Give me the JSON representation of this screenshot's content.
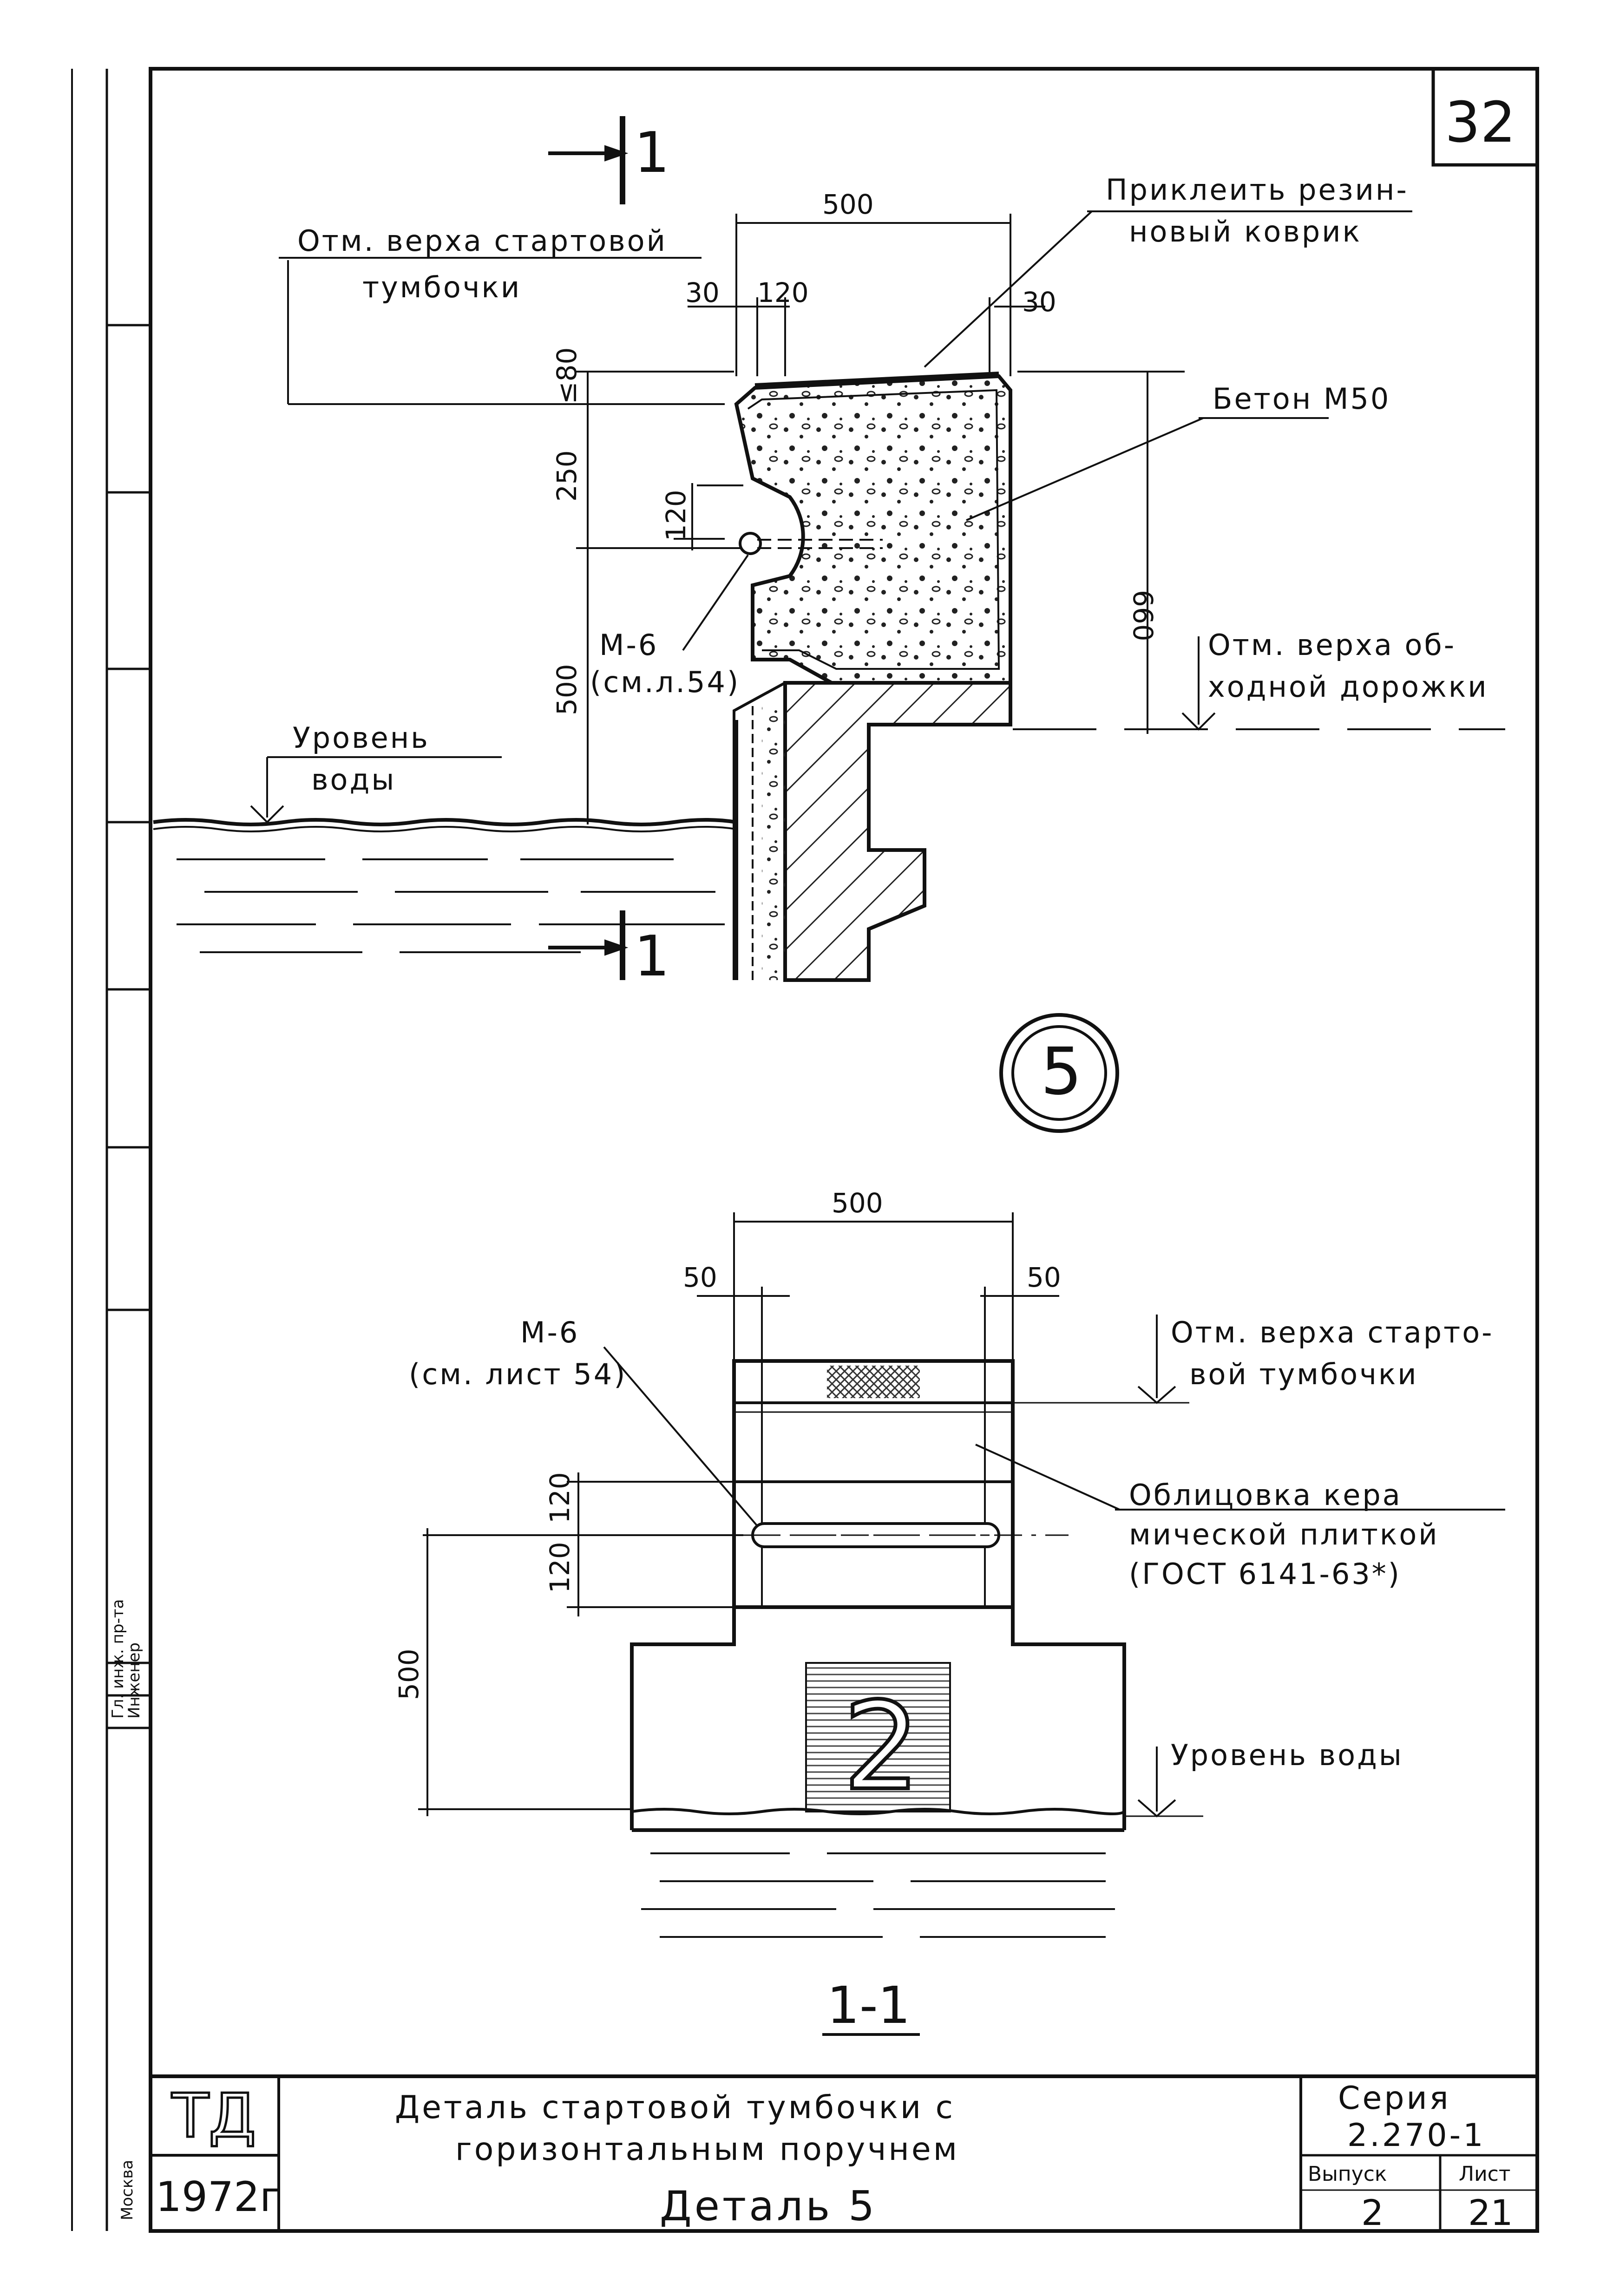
{
  "sheet": {
    "number": "32",
    "detail_marker": "5",
    "section_title": "1-1"
  },
  "upper_view": {
    "section_mark_top": "1",
    "section_mark_bottom": "1",
    "label_top_mark_1": "Отм. верха стартовой",
    "label_top_mark_2": "тумбочки",
    "label_rubber_1": "Приклеить резин-",
    "label_rubber_2": "новый коврик",
    "label_concrete": "Бетон М50",
    "label_bolt_1": "М-6",
    "label_bolt_2": "(см.л.54)",
    "label_path_1": "Отм. верха об-",
    "label_path_2": "ходной дорожки",
    "label_water_1": "Уровень",
    "label_water_2": "воды",
    "dim_width": "500",
    "dim_left_30": "30",
    "dim_120": "120",
    "dim_right_30": "30",
    "dim_le80": "≤80",
    "dim_250": "250",
    "dim_hole_120": "120",
    "dim_500_vert": "500",
    "dim_660": "660"
  },
  "lower_view": {
    "dim_width": "500",
    "dim_50_left": "50",
    "dim_50_right": "50",
    "label_bolt_1": "М-6",
    "label_bolt_2": "(см. лист 54)",
    "label_top_mark_1": "Отм. верха старто-",
    "label_top_mark_2": "вой тумбочки",
    "label_tile_1": "Облицовка кера",
    "label_tile_2": "мической плиткой",
    "label_tile_3": "(ГОСТ 6141-63*)",
    "label_water": "Уровень воды",
    "dim_120_a": "120",
    "dim_120_b": "120",
    "dim_500_vert": "500",
    "plate_number": "2"
  },
  "title_block": {
    "logo": "ТД",
    "year": "1972г",
    "title_line_1": "Деталь стартовой тумбочки с",
    "title_line_2": "горизонтальным поручнем",
    "title_line_3": "Деталь 5",
    "series_label": "Серия",
    "series_value": "2.270-1",
    "issue_label": "Выпуск",
    "issue_value": "2",
    "sheet_label": "Лист",
    "sheet_value": "21"
  },
  "side_stamp": {
    "city": "Москва",
    "role_engineer": "Инженер",
    "role_chief": "Гл. инж. пр-та"
  }
}
